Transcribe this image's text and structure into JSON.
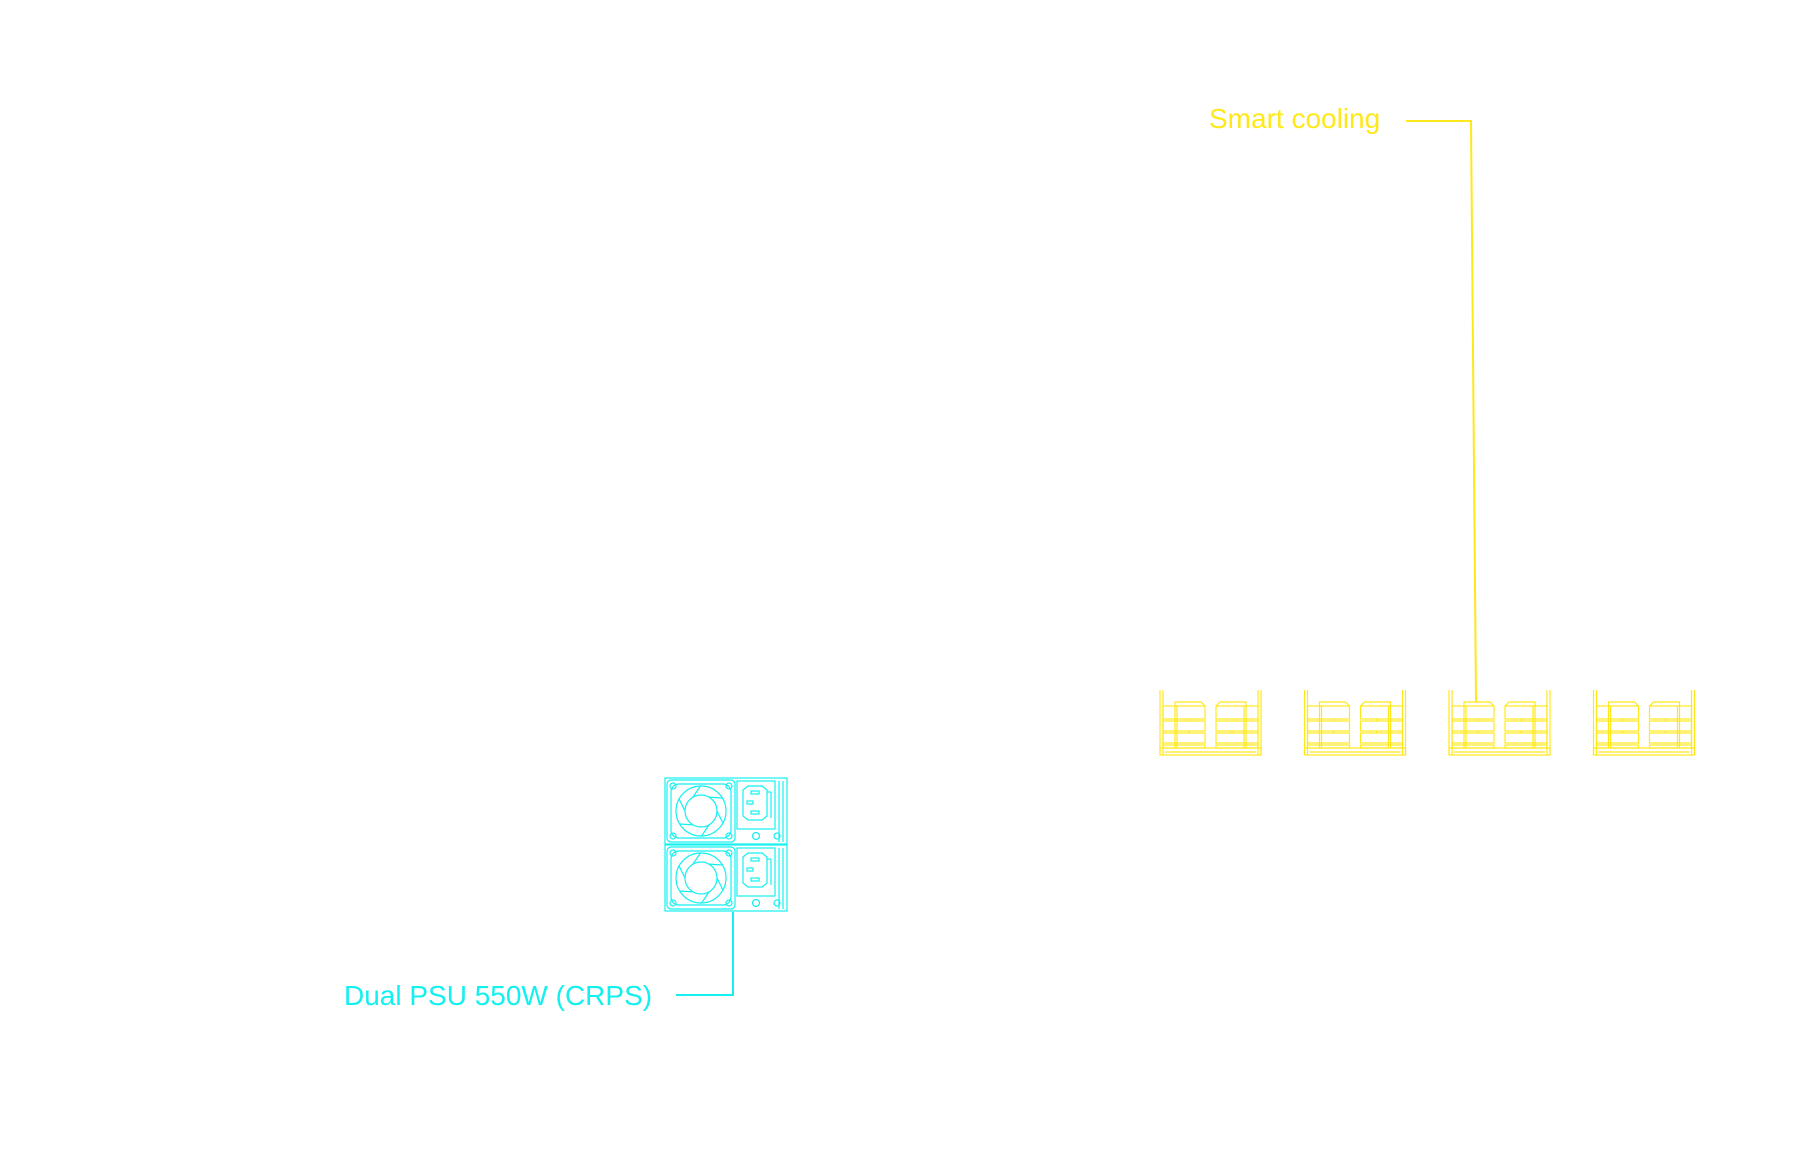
{
  "labels": {
    "cooling": "Smart cooling",
    "psu": "Dual PSU 550W (CRPS)"
  },
  "colors": {
    "cooling": "#ffe81a",
    "psu": "#14f0f0",
    "background": "#ffffff"
  },
  "components": {
    "fan_modules": {
      "count": 4,
      "fans_per_module": 2,
      "icon": "fan-module-icon"
    },
    "psu_units": {
      "count": 2,
      "icon": "psu-icon"
    }
  }
}
